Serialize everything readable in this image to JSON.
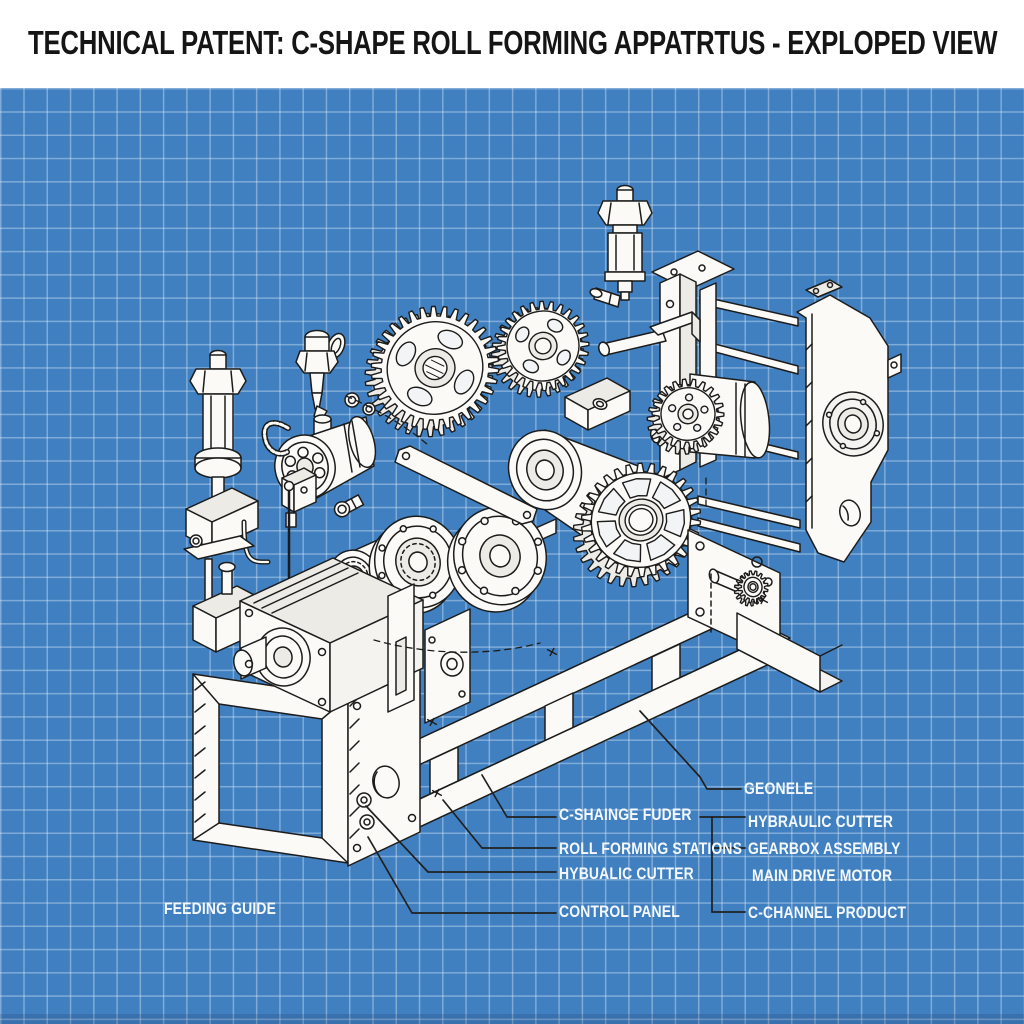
{
  "header": {
    "title": "TECHNICAL PATENT: C-SHAPE ROLL FORMING APPATRTUS - EXPLOPED VIEW"
  },
  "labels": {
    "feeding_guide": "FEEDING GUIDE",
    "c_shainge_fuder": "C-SHAINGE FUDER",
    "roll_forming_stations": "ROLL FORMING STATIONS",
    "hybualic_cutter": "HYBUALIC CUTTER",
    "control_panel": "CONTROL PANEL",
    "geonele": "GEONELE",
    "hybraulic_cutter": "HYBRAULIC CUTTER",
    "gearbox_assembly": "GEARBOX ASSEMBLY",
    "main_drive_motor": "MAIN DRIVE MOTOR",
    "c_channel_product": "C-CHANNEL PRODUCT"
  },
  "colors": {
    "background": "#4080c1",
    "grid_line": "#a9c7e5",
    "paper": "#fbfaf6",
    "ink": "#1c1c1c",
    "label_text": "#f4f8fc",
    "header_bg": "#ffffff",
    "header_text": "#151515"
  }
}
